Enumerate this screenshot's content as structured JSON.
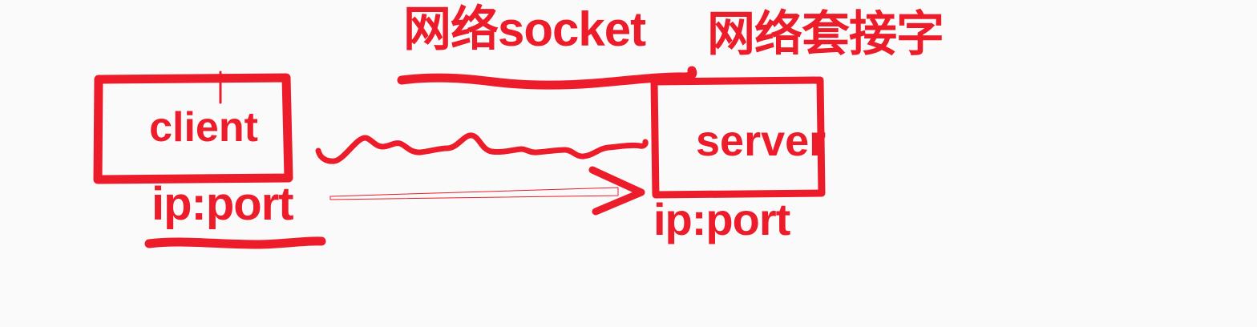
{
  "colors": {
    "ink": "#EC1C2A",
    "caret": "#333333",
    "background": "#FAFAFA"
  },
  "header": {
    "socket_label": "网络socket",
    "socket_label_translation": "网络套接字"
  },
  "client_node": {
    "title": "client",
    "address": "ip:port"
  },
  "server_node": {
    "title": "server",
    "address": "ip:port"
  },
  "connection": {
    "style": "hand-drawn squiggle with open arrow from client ip:port to server ip:port"
  }
}
